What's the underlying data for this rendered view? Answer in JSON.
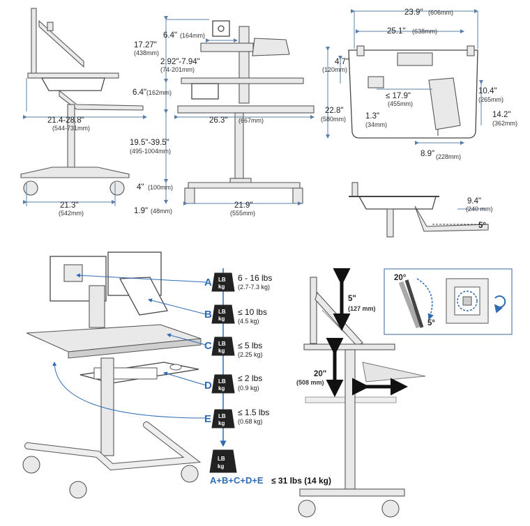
{
  "side_view": {
    "width_range": "21.4-28.8\"",
    "width_range_mm": "(544-731mm)",
    "base_width": "21.3\"",
    "base_width_mm": "(542mm)"
  },
  "front_view": {
    "top_height": "17.27\"",
    "top_height_mm": "(438mm)",
    "holder_width": "6.4\"",
    "holder_width_mm": "(164mm)",
    "adjust_range": "2.92\"-7.94\"",
    "adjust_range_mm": "(74-201mm)",
    "tray_height": "6.4\"",
    "tray_height_mm": "(162mm)",
    "worksurface_width": "26.3\"",
    "worksurface_width_mm": "(667mm)",
    "height_range": "19.5\"-39.5\"",
    "height_range_mm": "(495-1004mm)",
    "base_height": "4\"",
    "base_height_mm": "(100mm)",
    "base_width": "21.9\"",
    "base_width_mm": "(555mm)",
    "caster_height": "1.9\"",
    "caster_height_mm": "(48mm)"
  },
  "top_view": {
    "width": "23.9\"",
    "width_mm": "(606mm)",
    "inner_width": "25.1\"",
    "inner_width_mm": "(638mm)",
    "offset": "4.7\"",
    "offset_mm": "(120mm)",
    "depth": "22.8\"",
    "depth_mm": "(580mm)",
    "swing": "≤ 17.9\"",
    "swing_mm": "(455mm)",
    "small": "1.3\"",
    "small_mm": "(34mm)",
    "right_a": "10.4\"",
    "right_a_mm": "(265mm)",
    "right_b": "14.2\"",
    "right_b_mm": "(362mm)",
    "bottom": "8.9\"",
    "bottom_mm": "(228mm)"
  },
  "keyboard_detail": {
    "depth": "9.4\"",
    "depth_mm": "(240 mm)",
    "tilt": "5°"
  },
  "loads": [
    {
      "letter": "A",
      "value": "6 - 16 lbs",
      "metric": "(2.7-7.3 kg)"
    },
    {
      "letter": "B",
      "value": "≤ 10 lbs",
      "metric": "(4.5 kg)"
    },
    {
      "letter": "C",
      "value": "≤ 5 lbs",
      "metric": "(2.25 kg)"
    },
    {
      "letter": "D",
      "value": "≤ 2 lbs",
      "metric": "(0.9 kg)"
    },
    {
      "letter": "E",
      "value": "≤ 1.5 lbs",
      "metric": "(0.68 kg)"
    }
  ],
  "weight_unit_top": "LB",
  "weight_unit_bottom": "kg",
  "total": {
    "formula": "A+B+C+D+E",
    "value": "≤ 31 lbs (14 kg)"
  },
  "adjust_view": {
    "lift": "5\"",
    "lift_mm": "(127 mm)",
    "travel": "20\"",
    "travel_mm": "(508 mm)"
  },
  "rotation_detail": {
    "tilt_back": "20°",
    "tilt_fwd": "5°"
  },
  "colors": {
    "accent": "#2f6bb3",
    "dim_line": "#5b7fa8",
    "weight": "#222222"
  }
}
